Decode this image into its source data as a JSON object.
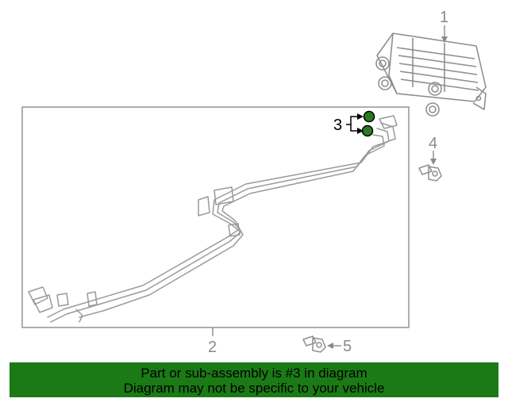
{
  "callouts": {
    "one": "1",
    "two": "2",
    "three": "3",
    "four": "4",
    "five": "5"
  },
  "banner": {
    "line1": "Part or sub-assembly is #3 in diagram",
    "line2": "Diagram may not be specific to your vehicle"
  },
  "colors": {
    "highlight": "#1b7a16",
    "part_fill": "#2a7a22",
    "line_art": "#9a9a9a",
    "callout_text": "#8a8a8a"
  }
}
